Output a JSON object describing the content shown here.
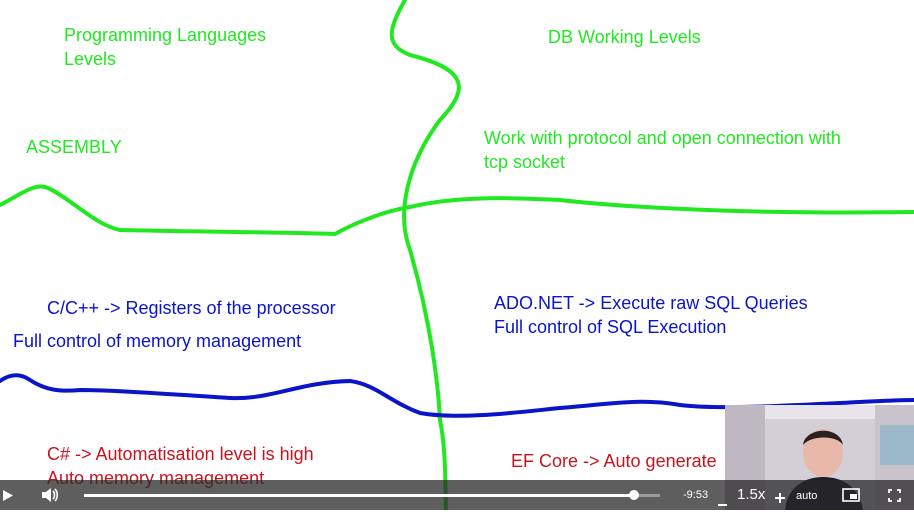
{
  "board": {
    "left_title": "Programming Languages\nLevels",
    "right_title": "DB Working Levels",
    "assembly": "ASSEMBLY",
    "tcp_note": "Work with protocol and open connection with\ntcp socket",
    "cpp_line": "C/C++ -> Registers of the processor",
    "memory_line": "Full control of memory management",
    "ado_line": "ADO.NET -> Execute raw SQL Queries\nFull control of SQL Execution",
    "csharp_line": "C# -> Automatisation level is high\nAuto memory management",
    "ef_line": "EF Core -> Auto generate",
    "colors": {
      "green": "#22e822",
      "blue": "#0a14c8",
      "red": "#c8141e"
    }
  },
  "player": {
    "progress": 0.954,
    "time_remaining": "-9:53",
    "speed": "1.5x",
    "quality": "auto",
    "icons": [
      "play-icon",
      "volume-icon",
      "minus-icon",
      "plus-icon",
      "pip-icon",
      "fullscreen-icon"
    ]
  }
}
